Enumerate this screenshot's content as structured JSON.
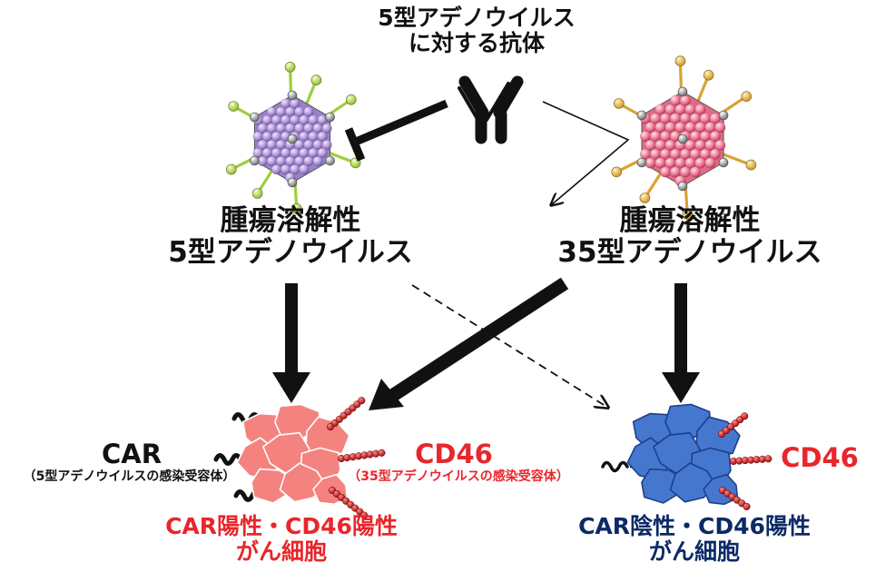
{
  "antibody": {
    "line1": "5型アデノウイルス",
    "line2": "に対する抗体",
    "icon": "antibody-y-icon"
  },
  "ad5": {
    "line1": "腫瘍溶解性",
    "line2": "5型アデノウイルス",
    "color": "#a98fd0",
    "fiber_color": "#c8e86a"
  },
  "ad35": {
    "line1": "腫瘍溶解性",
    "line2": "35型アデノウイルス",
    "color": "#f07a94",
    "fiber_color": "#f2c24a"
  },
  "receptors": {
    "car": "CAR",
    "car_sub": "（5型アデノウイルスの感染受容体）",
    "cd46_left": "CD46",
    "cd46_left_sub": "（35型アデノウイルスの感染受容体）",
    "cd46_right": "CD46"
  },
  "cells": {
    "left_line1": "CAR陽性・CD46陽性",
    "left_line2": "がん細胞",
    "left_color": "#f4837f",
    "right_line1": "CAR陰性・CD46陽性",
    "right_line2": "がん細胞",
    "right_color": "#4577cf"
  },
  "colors": {
    "highlight_red": "#e8262c",
    "navy": "#0b2a66",
    "receptor_bead": "#cc1a1a"
  }
}
